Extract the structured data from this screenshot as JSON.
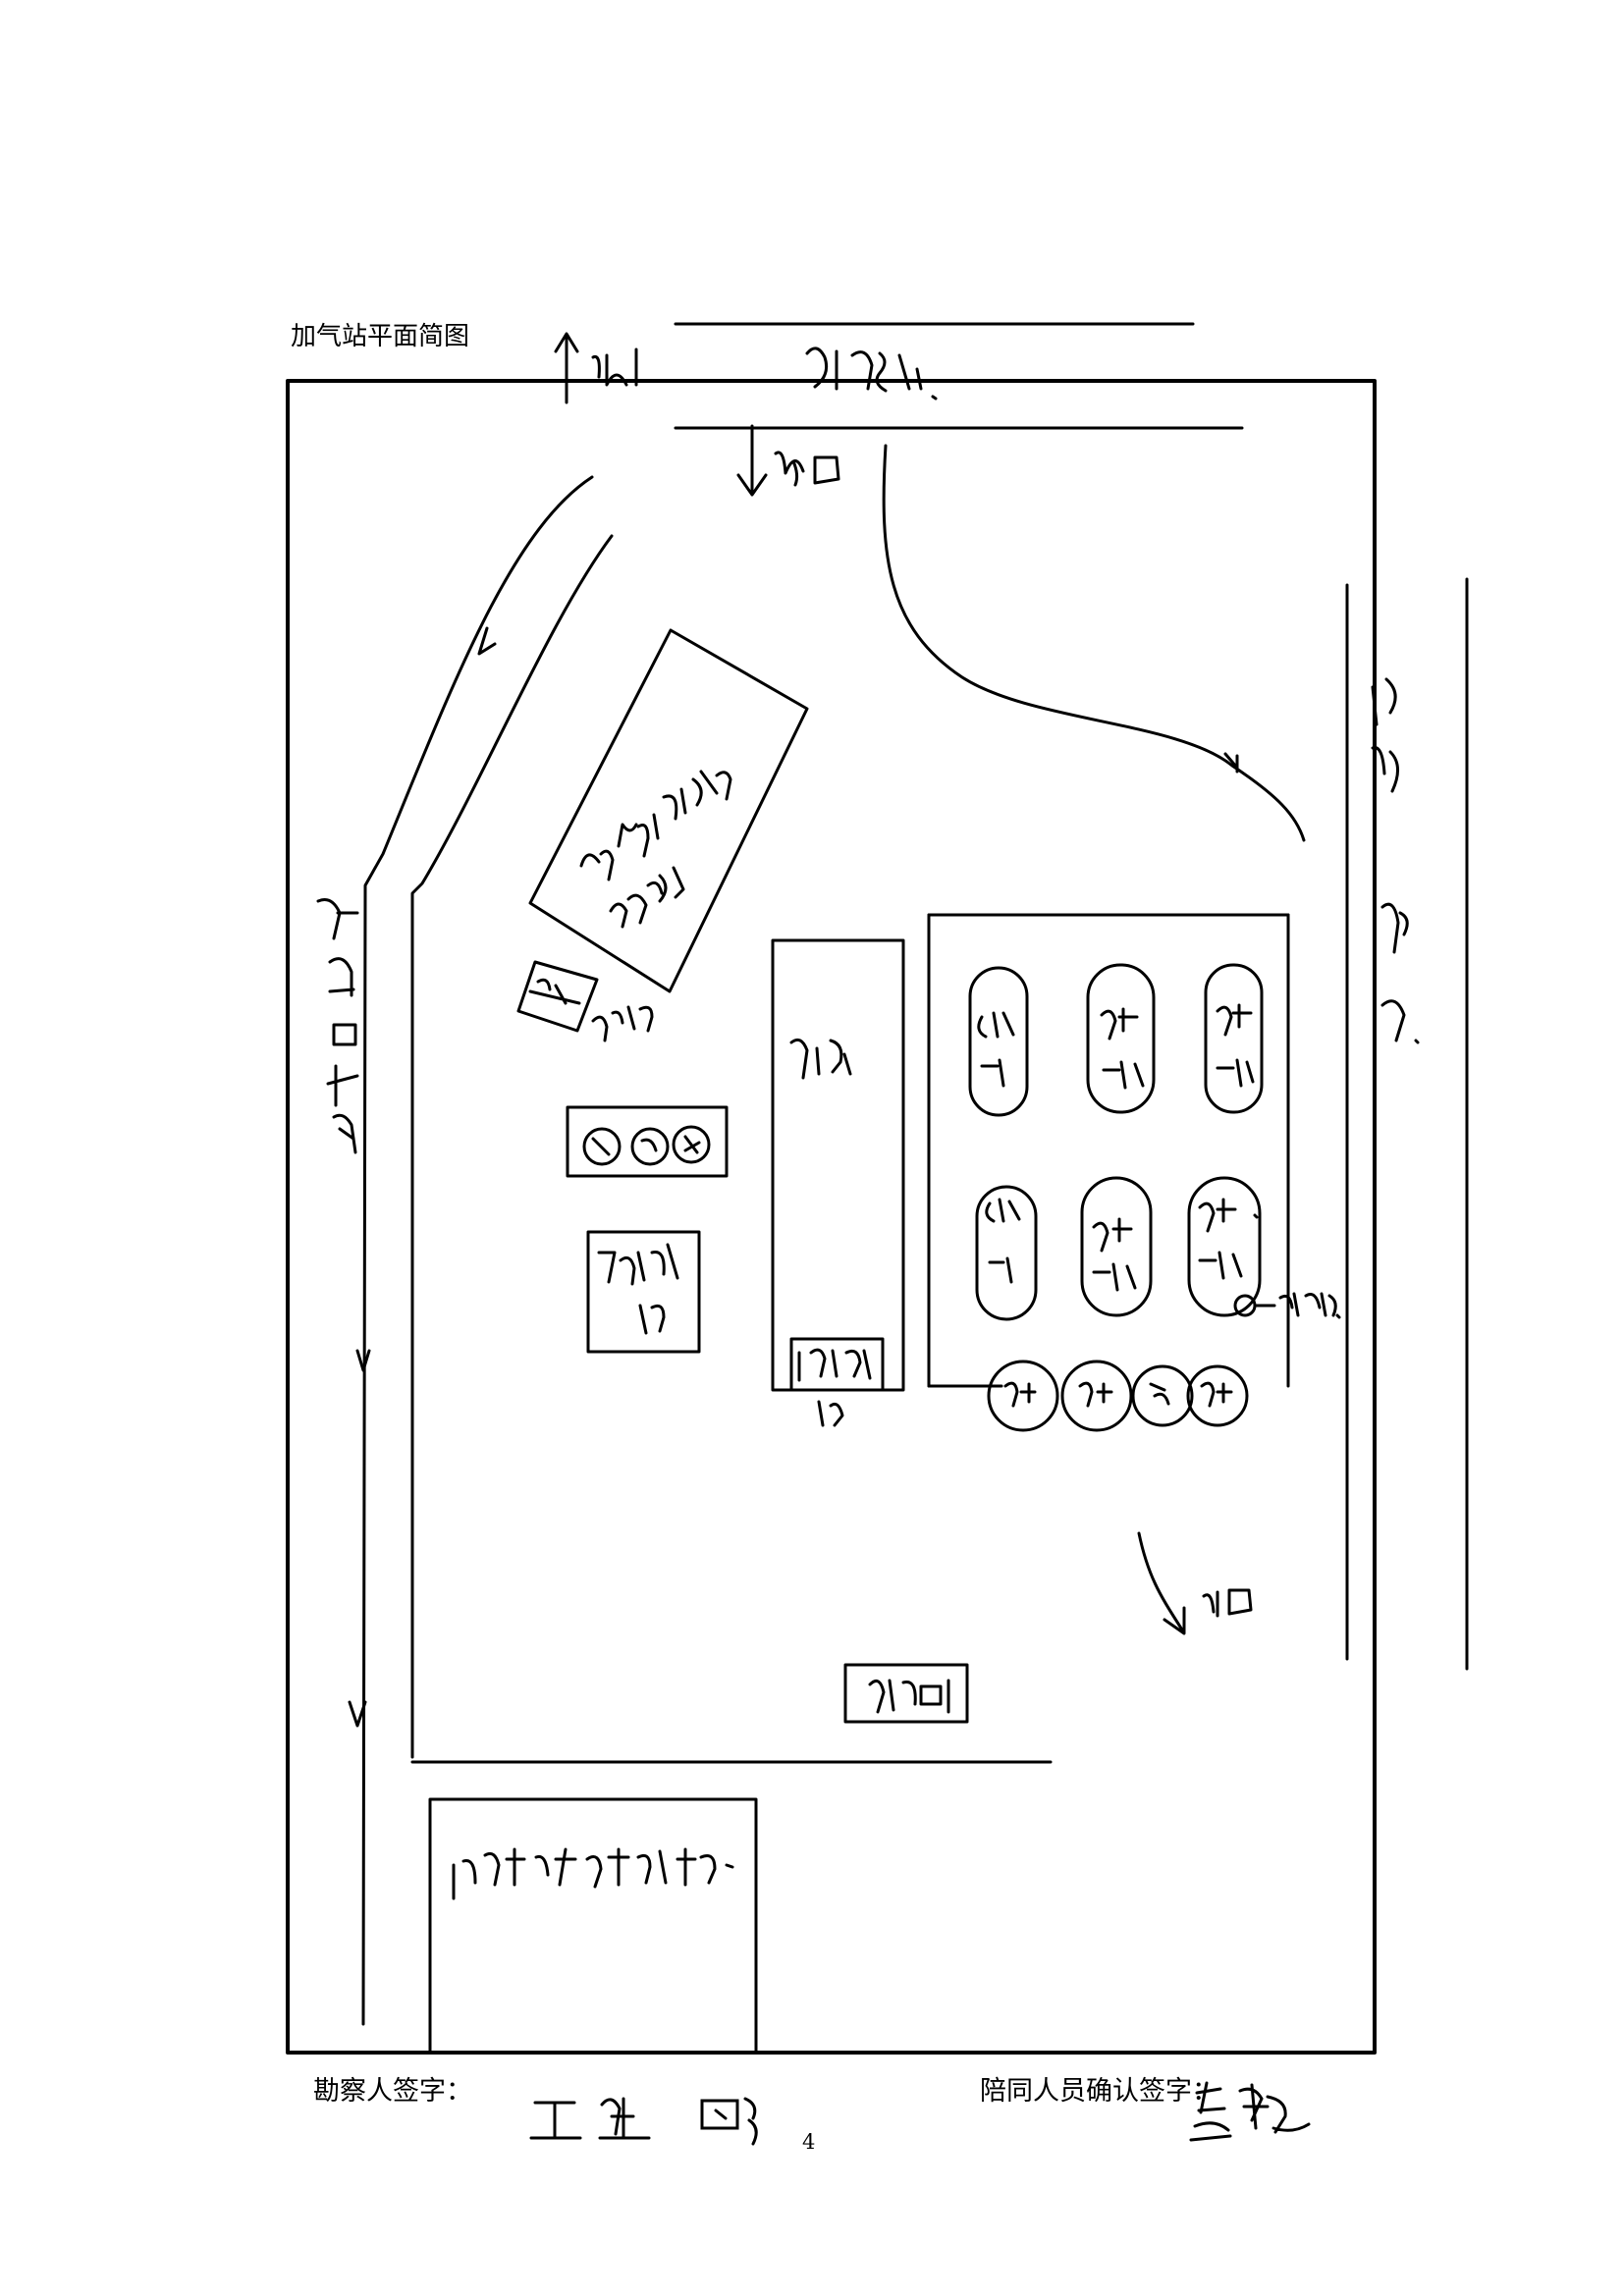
{
  "document": {
    "title": "加气站平面简图",
    "page_number": "4"
  },
  "signatures": {
    "inspector_label": "勘察人签字：",
    "companion_label": "陪同人员确认签字："
  },
  "ink_color": "#000000"
}
